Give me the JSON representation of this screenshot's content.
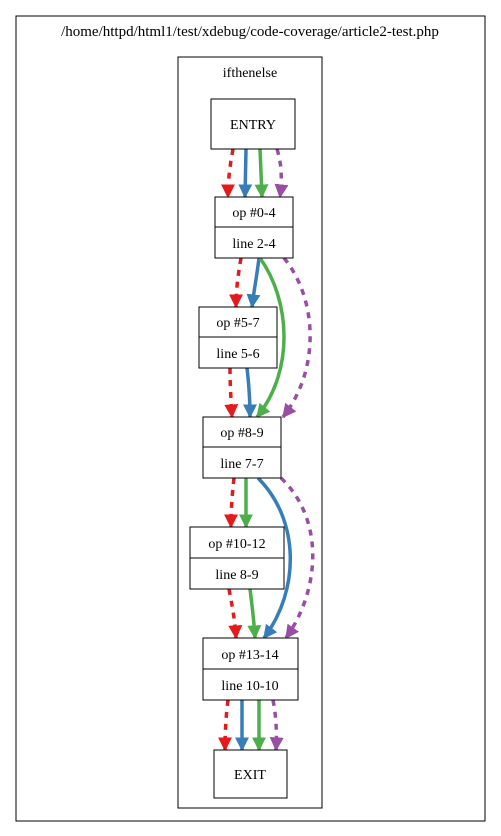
{
  "file_title": "/home/httpd/html1/test/xdebug/code-coverage/article2-test.php",
  "function_title": "ifthenelse",
  "nodes": {
    "entry": {
      "label": "ENTRY"
    },
    "n0": {
      "ops": "op #0-4",
      "lines": "line 2-4"
    },
    "n5": {
      "ops": "op #5-7",
      "lines": "line 5-6"
    },
    "n8": {
      "ops": "op #8-9",
      "lines": "line 7-7"
    },
    "n10": {
      "ops": "op #10-12",
      "lines": "line 8-9"
    },
    "n13": {
      "ops": "op #13-14",
      "lines": "line 10-10"
    },
    "exit": {
      "label": "EXIT"
    }
  },
  "paths": [
    {
      "id": "red",
      "color": "#e41a1c",
      "style": "dashed"
    },
    {
      "id": "blue",
      "color": "#377eb8",
      "style": "solid"
    },
    {
      "id": "green",
      "color": "#4daf4a",
      "style": "solid"
    },
    {
      "id": "purple",
      "color": "#984ea3",
      "style": "dashed"
    }
  ]
}
